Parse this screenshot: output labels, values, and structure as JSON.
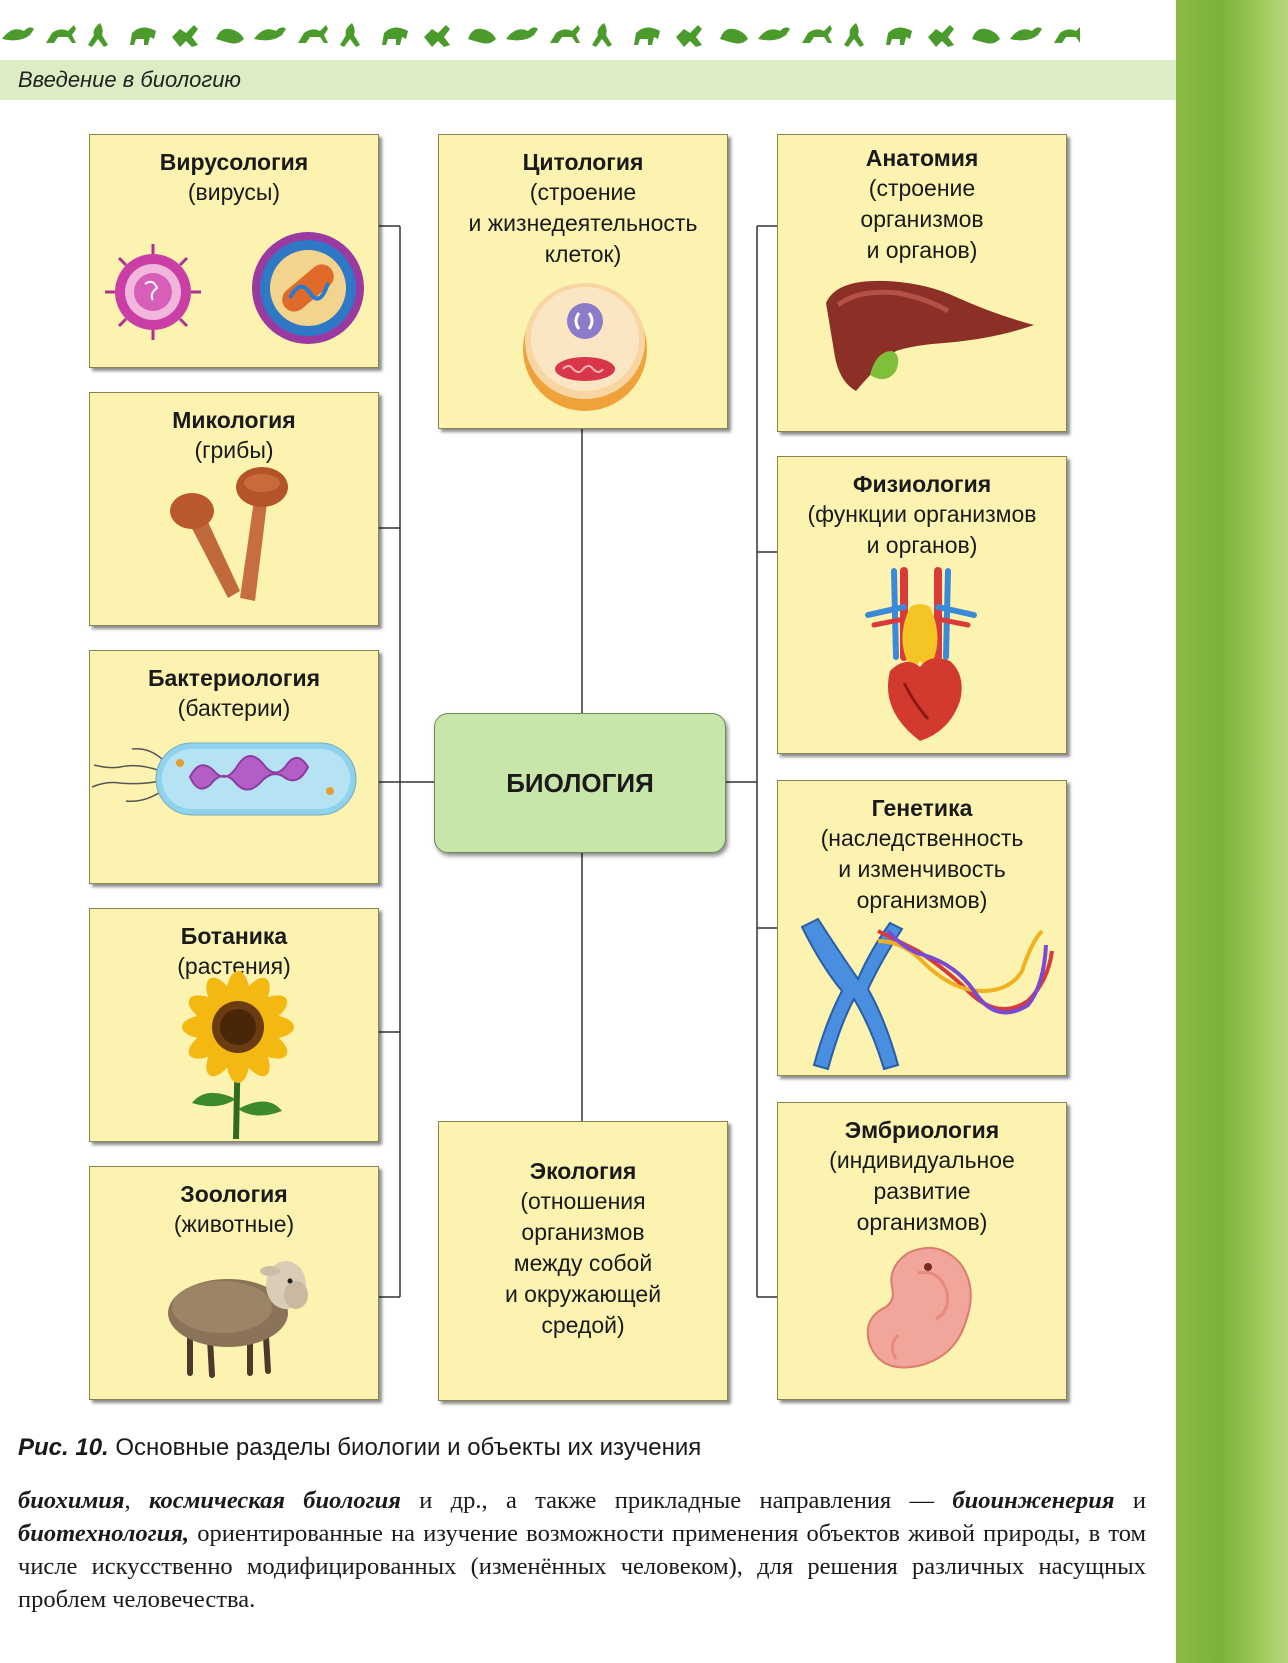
{
  "header": {
    "title": "Введение в биологию"
  },
  "center": {
    "label": "БИОЛОГИЯ"
  },
  "boxes": {
    "virology": {
      "title": "Вирусология",
      "subtitle": "(вирусы)"
    },
    "mycology": {
      "title": "Микология",
      "subtitle": "(грибы)"
    },
    "bacteriology": {
      "title": "Бактериология",
      "subtitle": "(бактерии)"
    },
    "botany": {
      "title": "Ботаника",
      "subtitle": "(растения)"
    },
    "zoology": {
      "title": "Зоология",
      "subtitle": "(животные)"
    },
    "cytology": {
      "title": "Цитология",
      "subtitle": "(строение\nи жизнедеятельность\nклеток)"
    },
    "ecology": {
      "title": "Экология",
      "subtitle": "(отношения\nорганизмов\nмежду собой\nи окружающей\nсредой)"
    },
    "anatomy": {
      "title": "Анатомия",
      "subtitle": "(строение\nорганизмов\nи органов)"
    },
    "physiology": {
      "title": "Физиология",
      "subtitle": "(функции организмов\nи органов)"
    },
    "genetics": {
      "title": "Генетика",
      "subtitle": "(наследственность\nи изменчивость\nорганизмов)"
    },
    "embryology": {
      "title": "Эмбриология",
      "subtitle": "(индивидуальное\nразвитие\nорганизмов)"
    }
  },
  "caption": {
    "label": "Рис. 10.",
    "text": " Основные разделы биологии и объекты их изучения"
  },
  "body": {
    "t1": "биохимия",
    "t2": ", ",
    "t3": "космическая биология",
    "t4": " и др., а также прикладные направления — ",
    "t5": "биоинженерия",
    "t6": " и ",
    "t7": "биотехнология,",
    "t8": " ориентированные на изучение возможности применения объектов живой природы, в том числе искусственно модифицированных (изменённых человеком), для решения различных насущных проблем человечества."
  },
  "colors": {
    "box_fill": "#fdf3b0",
    "center_fill": "#c8e6a9",
    "header_band": "#dcecc3",
    "stripe": "#7cb238"
  }
}
